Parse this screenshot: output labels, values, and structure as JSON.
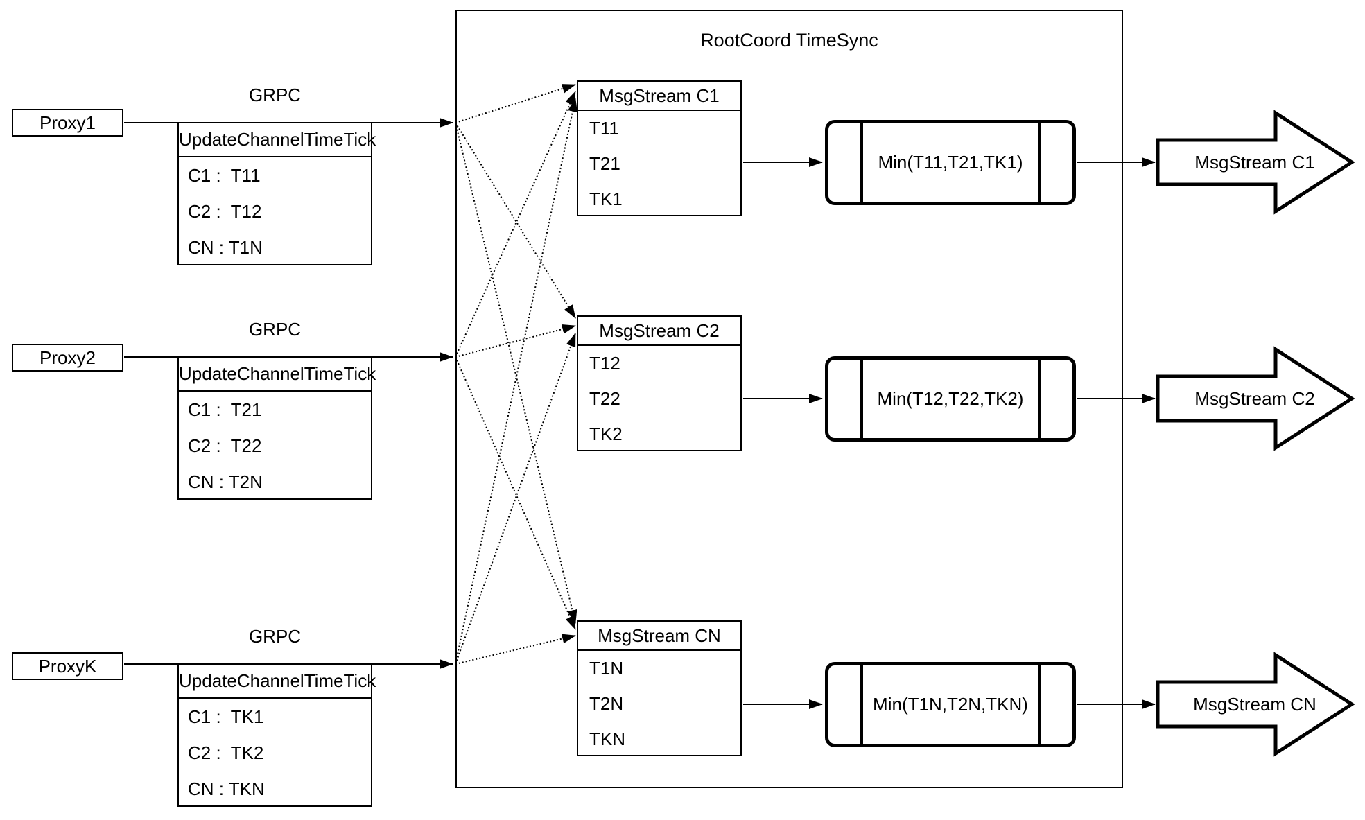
{
  "title": "RootCoord TimeSync",
  "labels": {
    "grpc": "GRPC"
  },
  "proxies": [
    {
      "name": "Proxy1",
      "table_header": "UpdateChannelTimeTick",
      "rows": [
        "C1 :  T11",
        "C2 :  T12",
        "CN : T1N"
      ]
    },
    {
      "name": "Proxy2",
      "table_header": "UpdateChannelTimeTick",
      "rows": [
        "C1 :  T21",
        "C2 :  T22",
        "CN : T2N"
      ]
    },
    {
      "name": "ProxyK",
      "table_header": "UpdateChannelTimeTick",
      "rows": [
        "C1 :  TK1",
        "C2 :  TK2",
        "CN : TKN"
      ]
    }
  ],
  "streams": [
    {
      "header": "MsgStream C1",
      "ticks": [
        "T11",
        "T21",
        "TK1"
      ],
      "min": "Min(T11,T21,TK1)",
      "output": "MsgStream C1"
    },
    {
      "header": "MsgStream C2",
      "ticks": [
        "T12",
        "T22",
        "TK2"
      ],
      "min": "Min(T12,T22,TK2)",
      "output": "MsgStream C2"
    },
    {
      "header": "MsgStream CN",
      "ticks": [
        "T1N",
        "T2N",
        "TKN"
      ],
      "min": "Min(T1N,T2N,TKN)",
      "output": "MsgStream CN"
    }
  ],
  "colors": {
    "stroke": "#000000",
    "background": "#ffffff"
  }
}
